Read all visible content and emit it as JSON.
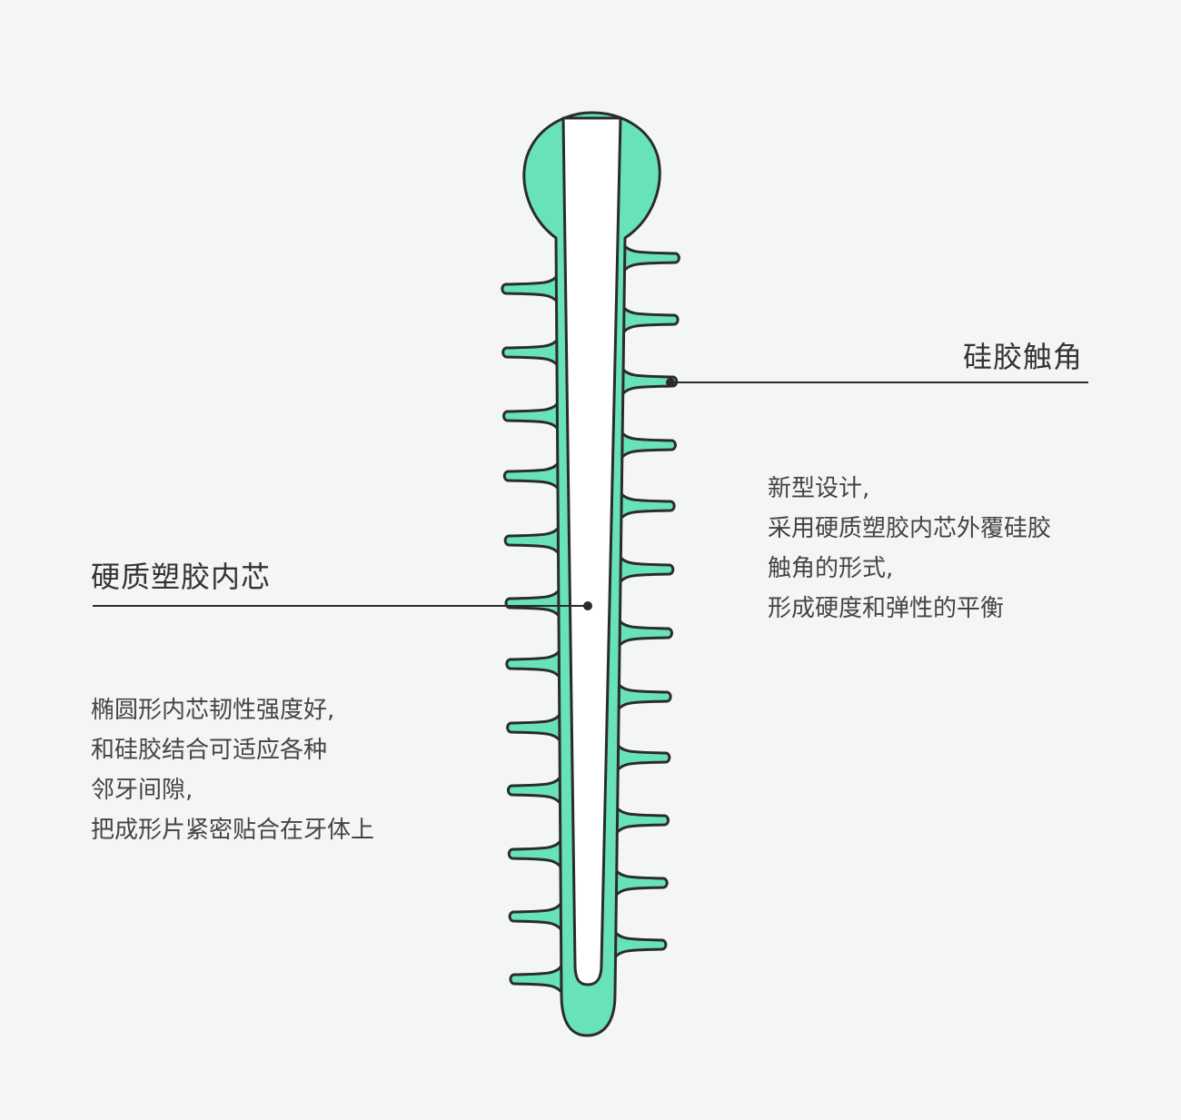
{
  "labels": {
    "core": "硬质塑胶内芯",
    "tentacle": "硅胶触角"
  },
  "left_description": [
    "椭圆形内芯韧性强度好,",
    "和硅胶结合可适应各种",
    "邻牙间隙,",
    "把成形片紧密贴合在牙体上"
  ],
  "right_description": [
    "新型设计,",
    "采用硬质塑胶内芯外覆硅胶",
    "触角的形式,",
    "形成硬度和弹性的平衡"
  ],
  "colors": {
    "background": "#f4f6f5",
    "silicone": "#68e2b8",
    "outline": "#2b2b2b",
    "core": "#ffffff"
  }
}
